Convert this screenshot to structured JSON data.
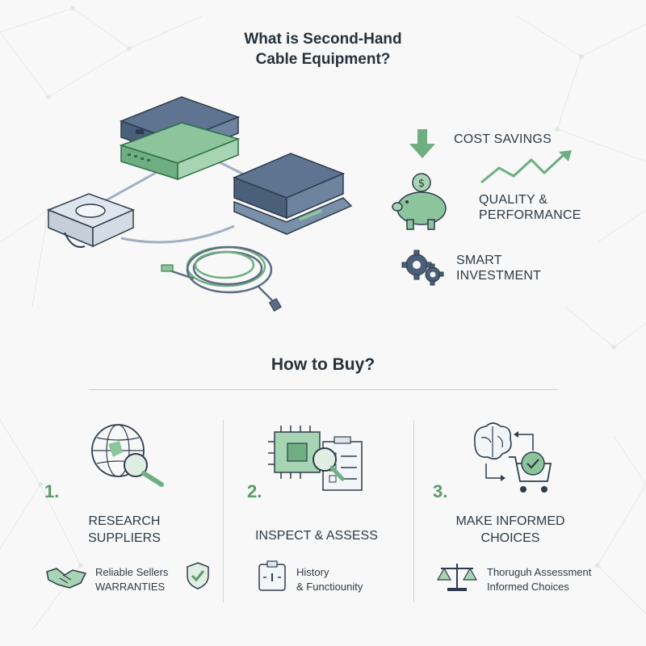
{
  "title": {
    "line1": "What is Second-Hand",
    "line2": "Cable Equipment?"
  },
  "benefits": [
    {
      "icon": "arrow-down-icon",
      "lines": [
        "COST SAVINGS"
      ]
    },
    {
      "icon": "piggy-bank-icon",
      "lines": [
        "QUALITY &",
        "PERFORMANCE"
      ]
    },
    {
      "icon": "gears-icon",
      "lines": [
        "SMART",
        "INVESTMENT"
      ]
    }
  ],
  "section": {
    "title": "How to Buy?"
  },
  "steps": [
    {
      "number": "1.",
      "title_lines": [
        "RESEARCH",
        "SUPPLIERS"
      ],
      "icon": "globe-search-icon",
      "sub_icon": "handshake-icon",
      "sub_lines": [
        "Reliable Sellers",
        "WARRANTIES"
      ],
      "extra_icon": "shield-check-icon"
    },
    {
      "number": "2.",
      "title_lines": [
        "INSPECT & ASSESS"
      ],
      "icon": "chip-checklist-icon",
      "sub_icon": "clipboard-icon",
      "sub_lines": [
        "History",
        "& Functiounity"
      ]
    },
    {
      "number": "3.",
      "title_lines": [
        "MAKE INFORMED",
        "CHOICES"
      ],
      "icon": "brain-cart-icon",
      "sub_icon": "scales-icon",
      "sub_lines": [
        "Thoruguh Assessment",
        "Informed Choices"
      ]
    }
  ],
  "colors": {
    "accent": "#5a9a6e",
    "accent_light": "#8cc49b",
    "slate": "#5b6b82",
    "text": "#2b3440"
  }
}
